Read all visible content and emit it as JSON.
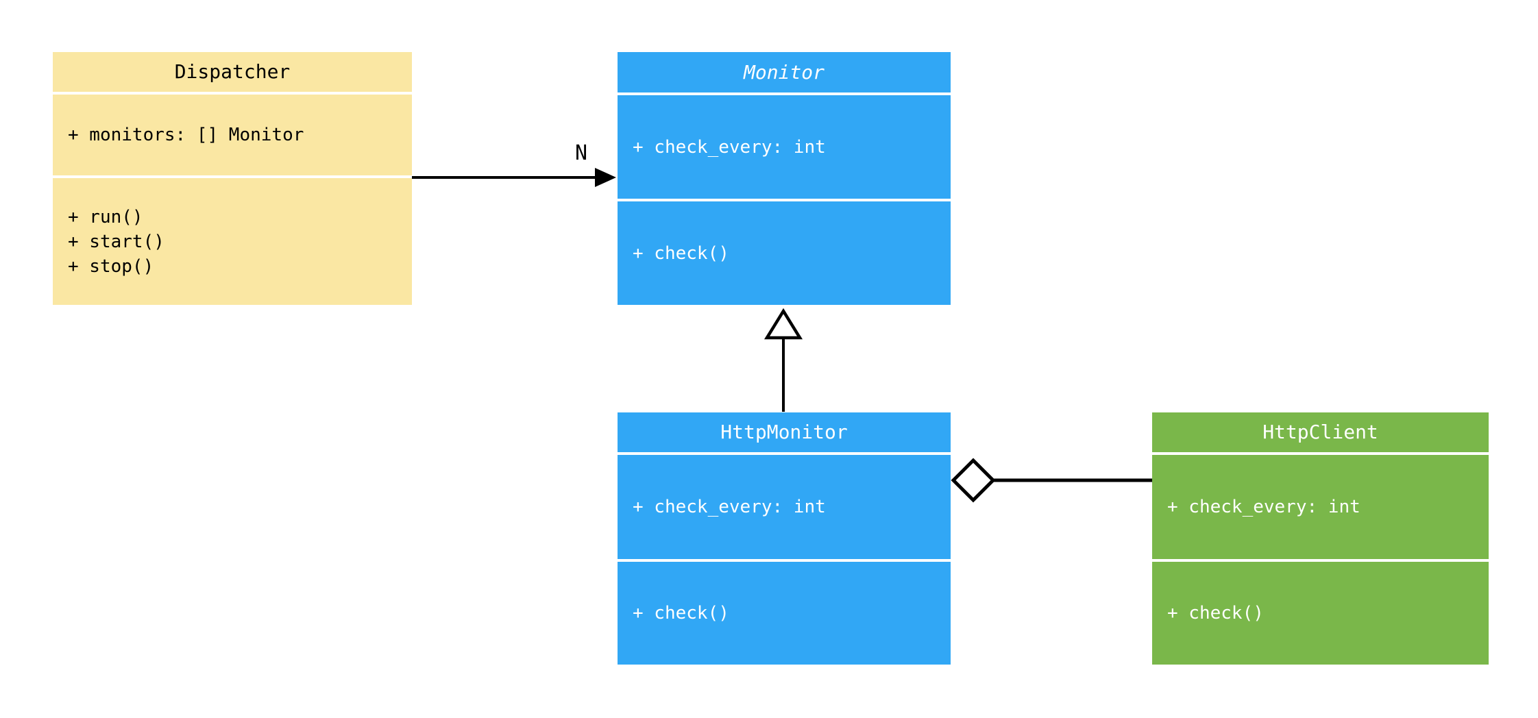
{
  "diagram": {
    "type": "uml-class-diagram",
    "background": "#ffffff",
    "line_color": "#000000",
    "classes": [
      {
        "name": "Dispatcher",
        "abstract": false,
        "bg": "#FAE7A3",
        "text_color": "#000000",
        "attributes": [
          "+ monitors: [] Monitor"
        ],
        "methods": [
          "+ run()",
          "+ start()",
          "+ stop()"
        ]
      },
      {
        "name": "Monitor",
        "abstract": true,
        "bg": "#31A7F5",
        "text_color": "#ffffff",
        "attributes": [
          "+ check_every: int"
        ],
        "methods": [
          "+ check()"
        ]
      },
      {
        "name": "HttpMonitor",
        "abstract": false,
        "bg": "#31A7F5",
        "text_color": "#ffffff",
        "attributes": [
          "+ check_every: int"
        ],
        "methods": [
          "+ check()"
        ]
      },
      {
        "name": "HttpClient",
        "abstract": false,
        "bg": "#7AB74A",
        "text_color": "#ffffff",
        "attributes": [
          "+ check_every: int"
        ],
        "methods": [
          "+ check()"
        ]
      }
    ],
    "relations": [
      {
        "type": "association",
        "from": "Dispatcher",
        "to": "Monitor",
        "label": "N"
      },
      {
        "type": "inheritance",
        "from": "HttpMonitor",
        "to": "Monitor",
        "label": ""
      },
      {
        "type": "aggregation",
        "from": "HttpMonitor",
        "to": "HttpClient",
        "label": ""
      }
    ]
  }
}
